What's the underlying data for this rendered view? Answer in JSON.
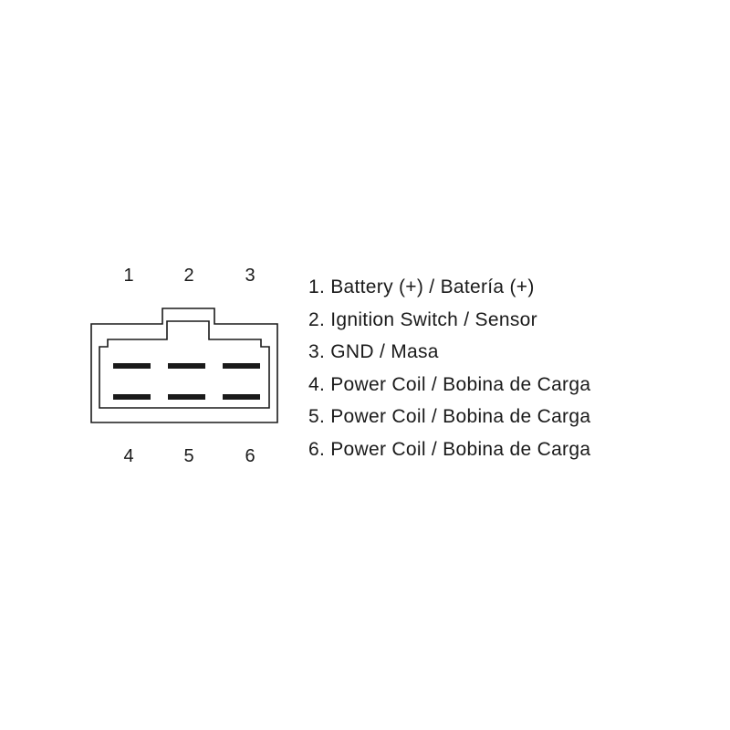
{
  "pin_numbers": {
    "top": [
      "1",
      "2",
      "3"
    ],
    "bottom": [
      "4",
      "5",
      "6"
    ]
  },
  "legend": [
    "1. Battery (+) / Batería (+)",
    "2. Ignition Switch / Sensor",
    "3. GND / Masa",
    "4. Power Coil / Bobina de Carga",
    "5. Power Coil / Bobina de Carga",
    "6. Power Coil / Bobina de Carga"
  ],
  "colors": {
    "line": "#1a1a1a",
    "background": "#ffffff"
  }
}
